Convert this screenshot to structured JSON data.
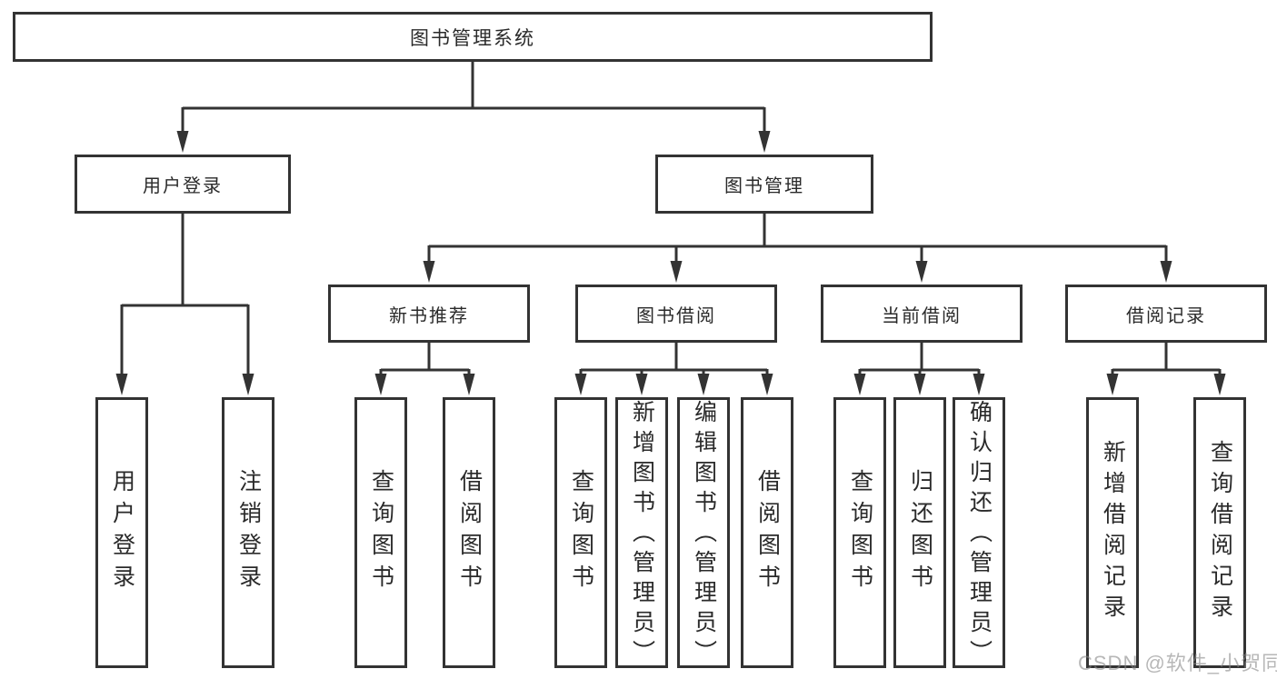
{
  "colors": {
    "line": "#333333",
    "border": "#333333",
    "text": "#2a2a2a",
    "watermark_text": "#878787",
    "background": "#ffffff"
  },
  "watermark": "CSDN @软件_小贺同学",
  "tree": {
    "root": {
      "label": "图书管理系统",
      "children": [
        {
          "label": "用户登录",
          "children": [
            {
              "label": "用户登录"
            },
            {
              "label": "注销登录"
            }
          ]
        },
        {
          "label": "图书管理",
          "children": [
            {
              "label": "新书推荐",
              "children": [
                {
                  "label": "查询图书"
                },
                {
                  "label": "借阅图书"
                }
              ]
            },
            {
              "label": "图书借阅",
              "children": [
                {
                  "label": "查询图书"
                },
                {
                  "label": "新增图书（管理员）"
                },
                {
                  "label": "编辑图书（管理员）"
                },
                {
                  "label": "借阅图书"
                }
              ]
            },
            {
              "label": "当前借阅",
              "children": [
                {
                  "label": "查询图书"
                },
                {
                  "label": "归还图书"
                },
                {
                  "label": "确认归还（管理员）"
                }
              ]
            },
            {
              "label": "借阅记录",
              "children": [
                {
                  "label": "新增借阅记录"
                },
                {
                  "label": "查询借阅记录"
                }
              ]
            }
          ]
        }
      ]
    }
  }
}
